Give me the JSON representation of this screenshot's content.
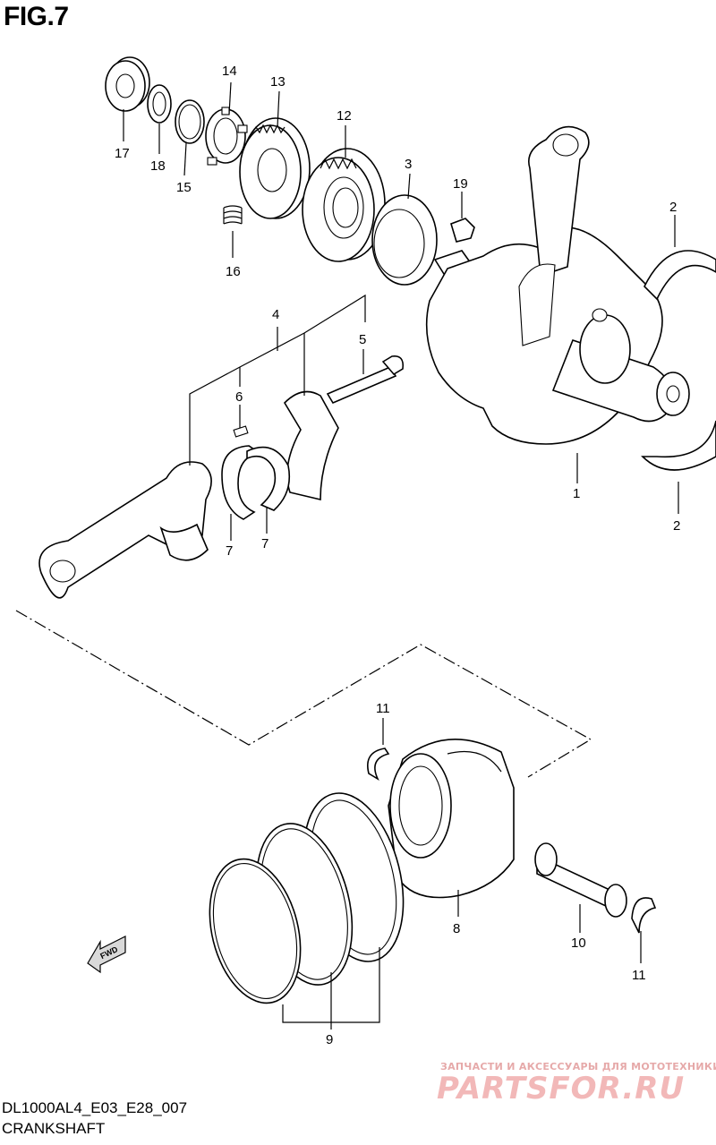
{
  "figure": {
    "title": "FIG.7",
    "model_code": "DL1000AL4_E03_E28_007",
    "section_name": "CRANKSHAFT"
  },
  "callouts": {
    "c1": "1",
    "c2a": "2",
    "c2b": "2",
    "c3": "3",
    "c4": "4",
    "c5": "5",
    "c6": "6",
    "c7a": "7",
    "c7b": "7",
    "c8": "8",
    "c9": "9",
    "c10": "10",
    "c11a": "11",
    "c11b": "11",
    "c12": "12",
    "c13": "13",
    "c14": "14",
    "c15": "15",
    "c16": "16",
    "c17": "17",
    "c18": "18",
    "c19": "19"
  },
  "fwd_arrow_label": "FWD",
  "watermark": {
    "tagline": "ЗАПЧАСТИ И АКСЕССУАРЫ ДЛЯ МОТОТЕХНИКИ",
    "logo": "PARTSFOR.RU"
  }
}
